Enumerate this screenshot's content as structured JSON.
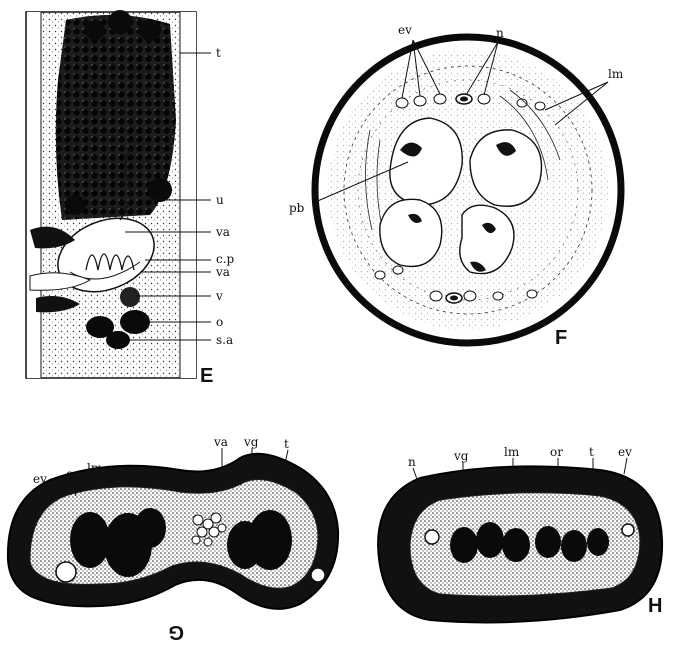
{
  "panels": {
    "E": {
      "letter": "E",
      "labels": [
        "t",
        "u",
        "va",
        "c.p",
        "va",
        "v",
        "o",
        "s.a"
      ]
    },
    "F": {
      "letter": "F",
      "labels": [
        "ev",
        "n",
        "lm",
        "pb"
      ]
    },
    "G": {
      "letter": "G",
      "labels": [
        "ev",
        "or",
        "lm",
        "va",
        "vg",
        "t"
      ]
    },
    "H": {
      "letter": "H",
      "labels": [
        "n",
        "vg",
        "lm",
        "or",
        "t",
        "ev"
      ]
    }
  }
}
